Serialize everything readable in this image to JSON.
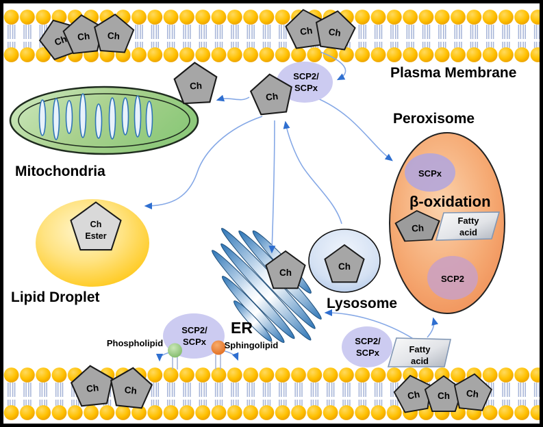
{
  "diagram": {
    "organelles": {
      "plasma_membrane": "Plasma Membrane",
      "mitochondria": "Mitochondria",
      "lipid_droplet": "Lipid Droplet",
      "er": "ER",
      "lysosome": "Lysosome",
      "peroxisome": "Peroxisome"
    },
    "labels": {
      "beta_oxidation": "β-oxidation",
      "phospholipid": "Phospholipid",
      "sphingolipid": "Sphingolipid"
    },
    "molecules": {
      "cholesterol": "Ch",
      "cholesterol_ester": [
        "Ch",
        "Ester"
      ],
      "scp_carrier": [
        "SCP2/",
        "SCPx"
      ],
      "scpx": "SCPx",
      "scp2": "SCP2",
      "fatty_acid": [
        "Fatty",
        "acid"
      ]
    },
    "colors": {
      "membrane_head": "#FFC000",
      "membrane_tail": "#A3B2D6",
      "cholesterol_fill": "#A6A6A6",
      "cholesterol_ester_fill": "#D9D9D9",
      "scp_carrier_fill": "#CCCBF1",
      "mitochondria_fill": "#A9D18E",
      "lipid_droplet_fill": "#FFC000",
      "er_fill": "#2E75B6",
      "lysosome_fill": "#BDD1ED",
      "peroxisome_fill": "#F4A368",
      "scpx_circle_fill": "#B4A6DA",
      "scp2_circle_fill": "#C9A0C4",
      "phospholipid_head": "#A8D18C",
      "sphingolipid_head": "#ED7D31",
      "arrow_line": "#85A8E6",
      "arrow_head": "#2F6FD0"
    }
  }
}
